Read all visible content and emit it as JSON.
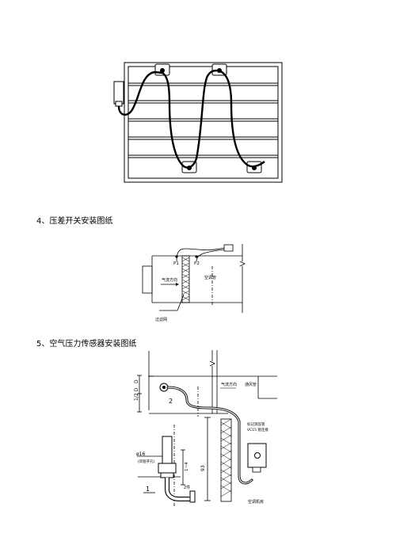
{
  "section4": {
    "heading": "4、压差开关安装图纸"
  },
  "section5": {
    "heading": "5、空气压力传感器安装图纸"
  },
  "fig4": {
    "p1": "P1",
    "p2": "P2",
    "airflow": "气流方向",
    "duct": "空调管",
    "filter": "过滤网"
  },
  "fig5": {
    "dim_half_d": "1/2 D",
    "dim_d": "D",
    "callout_2": "2",
    "airflow": "气流方向",
    "duct": "通风管",
    "tube_note1": "标记测压管",
    "tube_note2": "VC15 管连接",
    "dim_93": "93",
    "dim_range": "1~4",
    "phi16": "ø16",
    "phi_note": "(风管开孔)",
    "dim_2": "2件",
    "label_1": "1",
    "ahu": "空调机房"
  }
}
